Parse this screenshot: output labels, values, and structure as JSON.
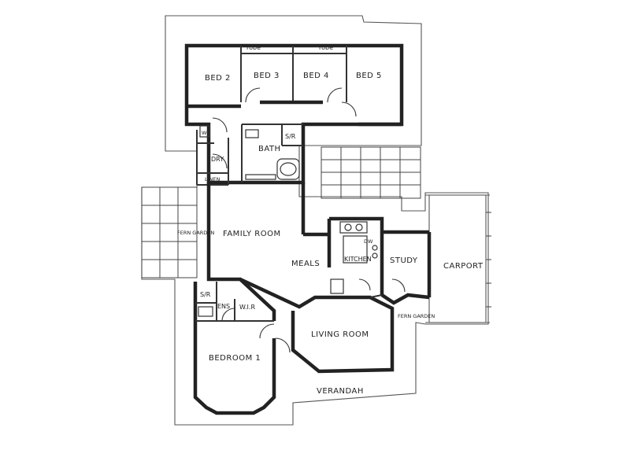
{
  "rooms": {
    "bed2": "BED 2",
    "bed3": "BED 3",
    "bed4": "BED 4",
    "bed5": "BED 5",
    "robe1": "robe",
    "robe2": "robe",
    "bath": "BATH",
    "sr_top": "S/R",
    "dry": "DRY",
    "wc": "WC",
    "linen": "LINEN",
    "family_room": "FAMILY ROOM",
    "meals": "MEALS",
    "kitchen": "KITCHEN",
    "dw": "DW",
    "study": "STUDY",
    "carport": "CARPORT",
    "fern_garden_left": "FERN GARDEN",
    "fern_garden_right": "FERN GARDEN",
    "sr_ens": "S/R",
    "ens": "ENS",
    "wir": "W.I.R",
    "living_room": "LIVING ROOM",
    "bedroom1": "BEDROOM 1",
    "verandah": "VERANDAH"
  }
}
